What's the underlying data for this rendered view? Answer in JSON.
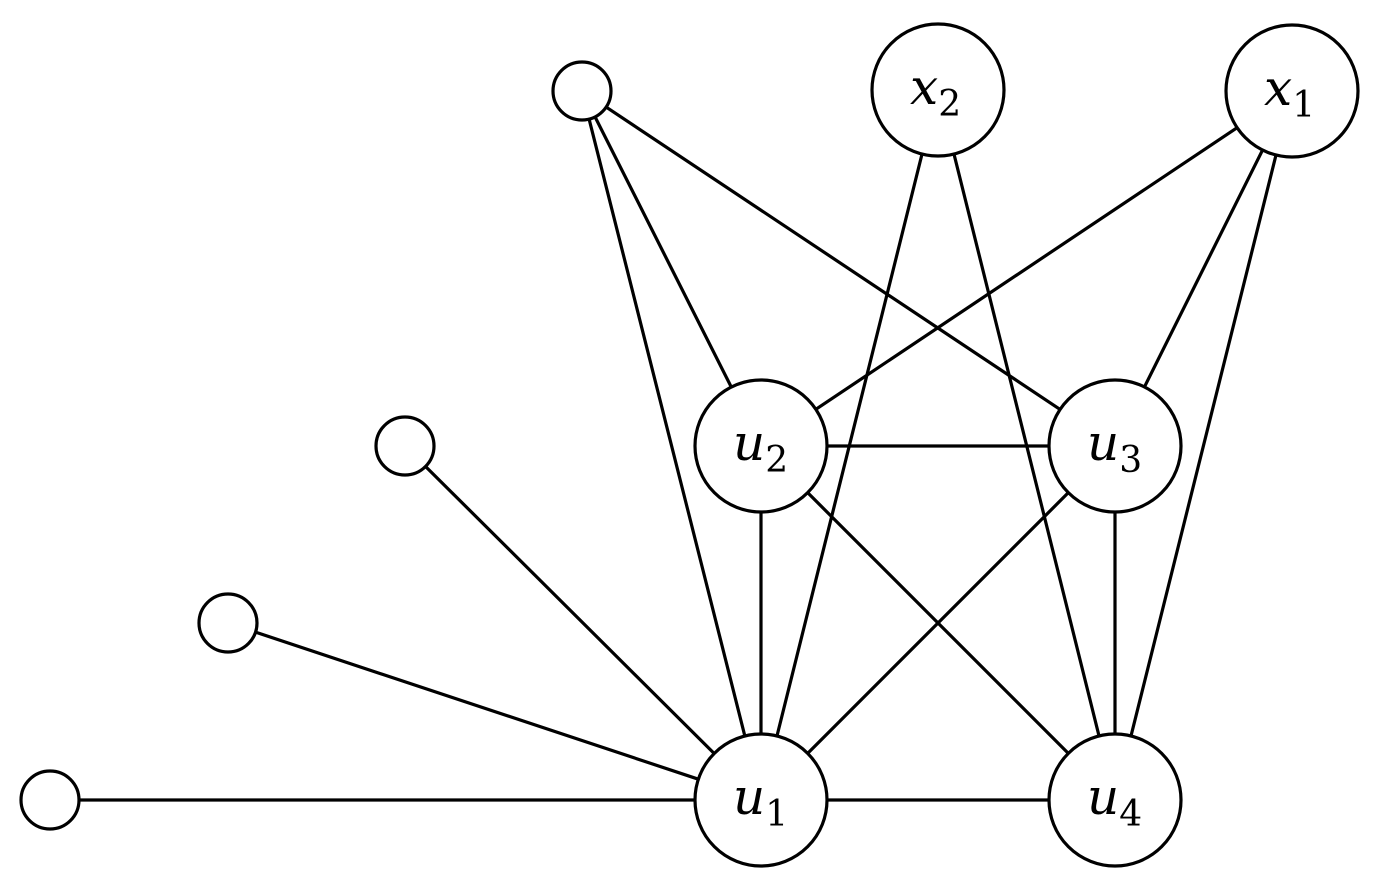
{
  "graph": {
    "nodes": [
      {
        "id": "n_top",
        "label": "",
        "sub": ""
      },
      {
        "id": "x2",
        "label": "x",
        "sub": "2"
      },
      {
        "id": "x1",
        "label": "x",
        "sub": "1"
      },
      {
        "id": "n_left_a",
        "label": "",
        "sub": ""
      },
      {
        "id": "n_left_b",
        "label": "",
        "sub": ""
      },
      {
        "id": "n_left_c",
        "label": "",
        "sub": ""
      },
      {
        "id": "u2",
        "label": "u",
        "sub": "2"
      },
      {
        "id": "u3",
        "label": "u",
        "sub": "3"
      },
      {
        "id": "u1",
        "label": "u",
        "sub": "1"
      },
      {
        "id": "u4",
        "label": "u",
        "sub": "4"
      }
    ],
    "edges": [
      [
        "n_top",
        "u2"
      ],
      [
        "n_top",
        "u1"
      ],
      [
        "n_top",
        "u3"
      ],
      [
        "x2",
        "u1"
      ],
      [
        "x2",
        "u4"
      ],
      [
        "x1",
        "u2"
      ],
      [
        "x1",
        "u3"
      ],
      [
        "x1",
        "u4"
      ],
      [
        "n_left_a",
        "u1"
      ],
      [
        "n_left_b",
        "u1"
      ],
      [
        "n_left_c",
        "u1"
      ],
      [
        "u2",
        "u3"
      ],
      [
        "u2",
        "u1"
      ],
      [
        "u2",
        "u4"
      ],
      [
        "u3",
        "u1"
      ],
      [
        "u3",
        "u4"
      ],
      [
        "u1",
        "u4"
      ]
    ]
  }
}
